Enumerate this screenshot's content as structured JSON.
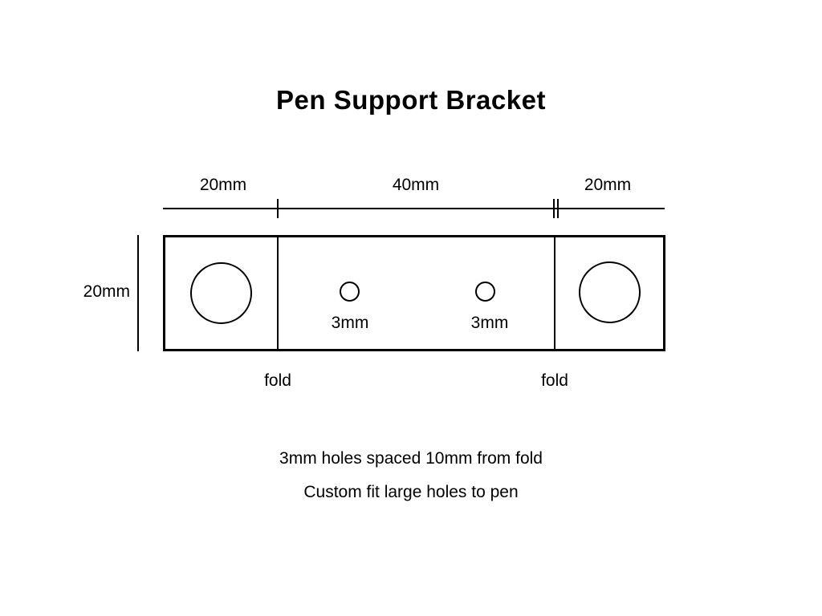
{
  "drawing": {
    "title": "Pen Support Bracket",
    "stroke_color": "#000000",
    "background_color": "#ffffff"
  },
  "top_dimensions": {
    "segments": [
      {
        "label": "20mm"
      },
      {
        "label": "40mm"
      },
      {
        "label": "20mm"
      }
    ]
  },
  "side_dimension": {
    "label": "20mm"
  },
  "holes": {
    "small_left_label": "3mm",
    "small_right_label": "3mm"
  },
  "fold_captions": {
    "left": "fold",
    "right": "fold"
  },
  "notes": [
    "3mm holes spaced 10mm from fold",
    "Custom fit large holes to pen"
  ]
}
